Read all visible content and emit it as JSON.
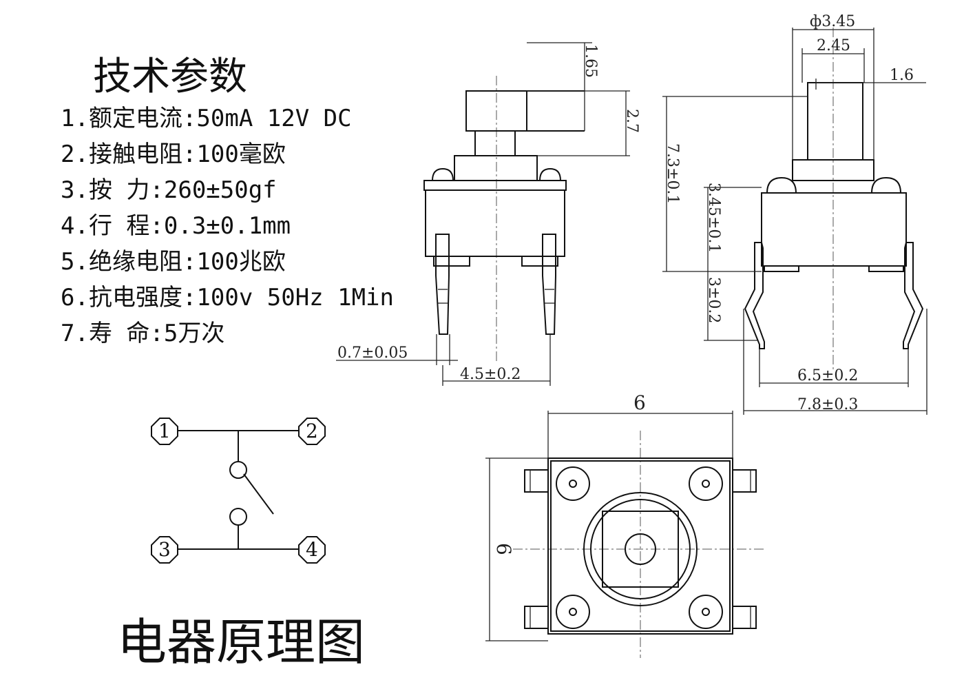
{
  "specs": {
    "title": "技术参数",
    "items": [
      "1.额定电流:50mA 12V DC",
      "2.接触电阻:100毫欧",
      "3.按      力:260±50gf",
      "4.行      程:0.3±0.1mm",
      "5.绝缘电阻:100兆欧",
      "6.抗电强度:100v 50Hz 1Min",
      "7.寿      命:5万次"
    ]
  },
  "front_view": {
    "dim_cap_height": "1.65",
    "dim_stem_height": "2.7",
    "dim_pin_width": "0.7±0.05",
    "dim_pin_spacing": "4.5±0.2"
  },
  "side_view": {
    "dim_cap_diameter": "ф3.45",
    "dim_stem_width": "2.45",
    "dim_cap_offset": "1.6",
    "dim_total_height": "7.3±0.1",
    "dim_body_height": "3.45±0.1",
    "dim_pin_length": "3±0.2",
    "dim_pin_inner": "6.5±0.2",
    "dim_pin_outer": "7.8±0.3"
  },
  "top_view": {
    "dim_width": "6",
    "dim_height": "6"
  },
  "schematic": {
    "title": "电器原理图",
    "pin1": "1",
    "pin2": "2",
    "pin3": "3",
    "pin4": "4"
  }
}
